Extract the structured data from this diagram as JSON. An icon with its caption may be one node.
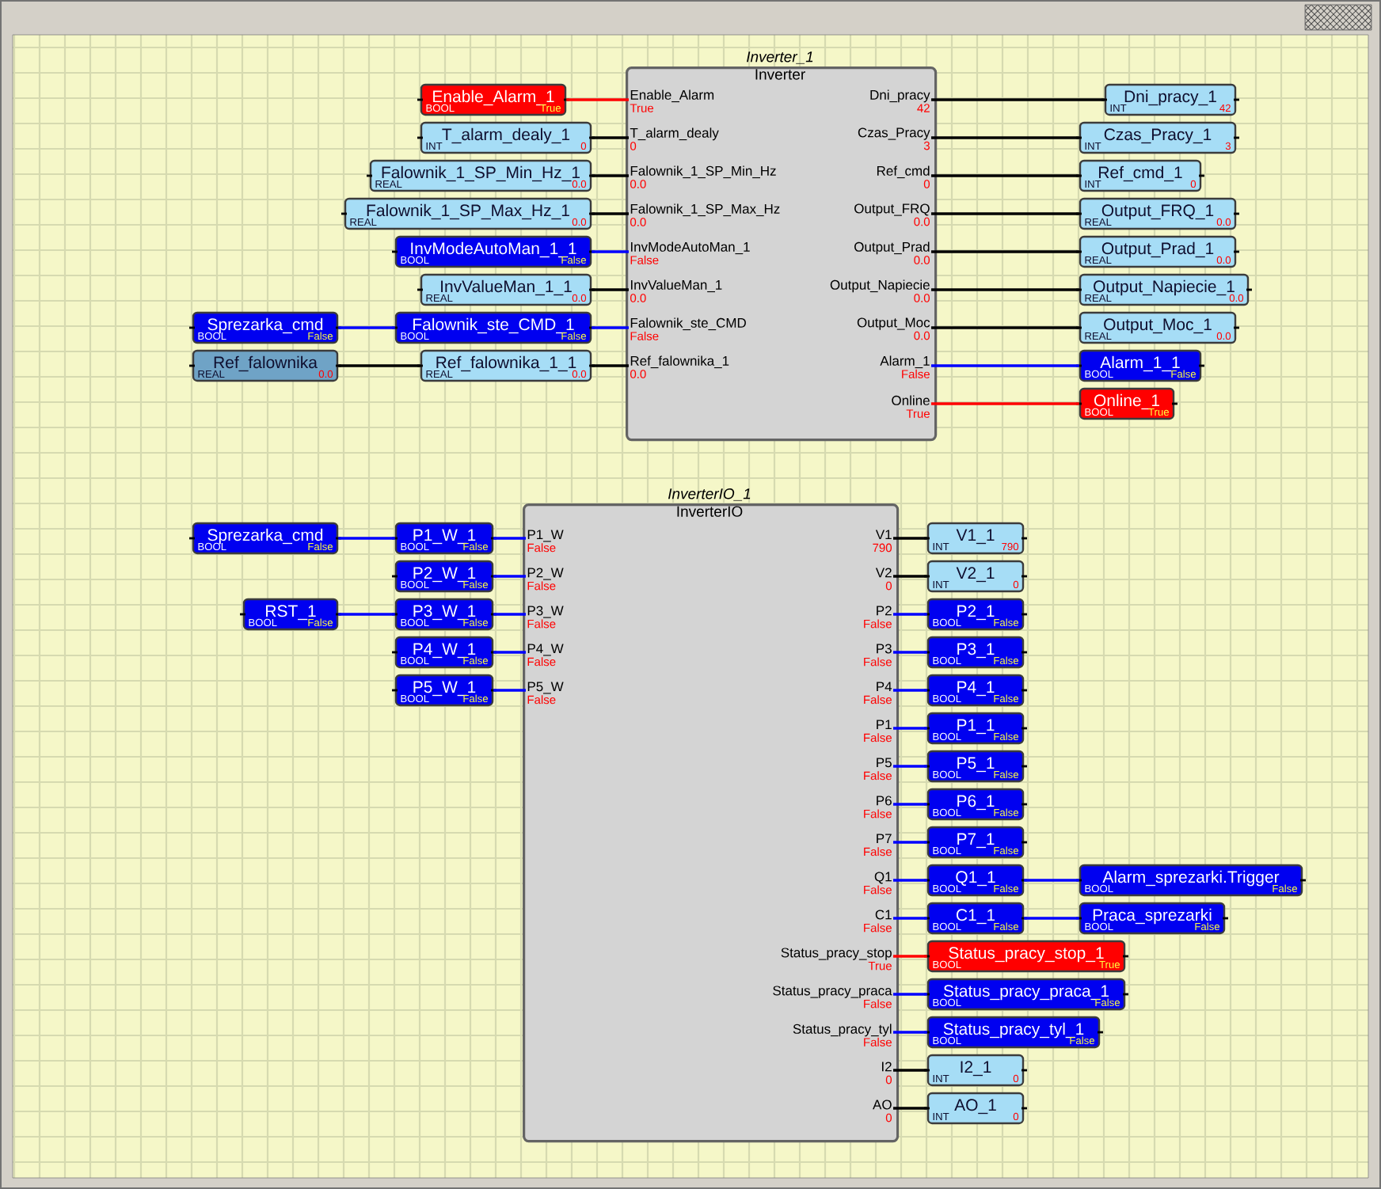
{
  "diagram": {
    "nodes": [
      {
        "text": [
          "Inverter_1",
          "Inverter"
        ]
      },
      {
        "text": [
          "Enable_Alarm",
          "True"
        ],
        "in": 0
      },
      {
        "text": [
          "T_alarm_dealy",
          "0"
        ],
        "in": 0
      },
      {
        "text": [
          "Falownik_1_SP_Min_Hz",
          "0.0"
        ],
        "in": 0
      },
      {
        "text": [
          "Falownik_1_SP_Max_Hz",
          "0.0"
        ],
        "in": 0
      },
      {
        "text": [
          "InvModeAutoMan_1",
          "False"
        ],
        "in": 0
      },
      {
        "text": [
          "InvValueMan_1",
          "0.0"
        ],
        "in": 0
      },
      {
        "text": [
          "Falownik_ste_CMD",
          "False"
        ],
        "in": 0
      },
      {
        "text": [
          "Ref_falownika_1",
          "0.0"
        ],
        "in": 0
      },
      {
        "text": [
          "Dni_pracy",
          "42"
        ],
        "in": 0
      },
      {
        "text": [
          "Czas_Pracy",
          "3"
        ],
        "in": 0
      },
      {
        "text": [
          "Ref_cmd",
          "0"
        ],
        "in": 0
      },
      {
        "text": [
          "Output_FRQ",
          "0.0"
        ],
        "in": 0
      },
      {
        "text": [
          "Output_Prad",
          "0.0"
        ],
        "in": 0
      },
      {
        "text": [
          "Output_Napiecie",
          "0.0"
        ],
        "in": 0
      },
      {
        "text": [
          "Output_Moc",
          "0.0"
        ],
        "in": 0
      },
      {
        "text": [
          "Alarm_1",
          "False"
        ],
        "in": 0
      },
      {
        "text": [
          "Online",
          "True"
        ],
        "in": 0
      },
      {
        "text": [
          "Enable_Alarm_1",
          "BOOL",
          "True"
        ]
      },
      {
        "text": [
          "T_alarm_dealy_1",
          "INT",
          "0"
        ]
      },
      {
        "text": [
          "Falownik_1_SP_Min_Hz_1",
          "REAL",
          "0.0"
        ]
      },
      {
        "text": [
          "Falownik_1_SP_Max_Hz_1",
          "REAL",
          "0.0"
        ]
      },
      {
        "text": [
          "InvModeAutoMan_1_1",
          "BOOL",
          "False"
        ]
      },
      {
        "text": [
          "InvValueMan_1_1",
          "REAL",
          "0.0"
        ]
      },
      {
        "text": [
          "Sprezarka_cmd",
          "BOOL",
          "False"
        ]
      },
      {
        "text": [
          "Falownik_ste_CMD_1",
          "BOOL",
          "False"
        ]
      },
      {
        "text": [
          "Ref_falownika",
          "REAL",
          "0.0"
        ]
      },
      {
        "text": [
          "Ref_falownika_1_1",
          "REAL",
          "0.0"
        ]
      },
      {
        "text": [
          "Dni_pracy_1",
          "INT",
          "42"
        ]
      },
      {
        "text": [
          "Czas_Pracy_1",
          "INT",
          "3"
        ]
      },
      {
        "text": [
          "Ref_cmd_1",
          "INT",
          "0"
        ]
      },
      {
        "text": [
          "Output_FRQ_1",
          "REAL",
          "0.0"
        ]
      },
      {
        "text": [
          "Output_Prad_1",
          "REAL",
          "0.0"
        ]
      },
      {
        "text": [
          "Output_Napiecie_1",
          "REAL",
          "0.0"
        ]
      },
      {
        "text": [
          "Output_Moc_1",
          "REAL",
          "0.0"
        ]
      },
      {
        "text": [
          "Alarm_1_1",
          "BOOL",
          "False"
        ]
      },
      {
        "text": [
          "Online_1",
          "BOOL",
          "True"
        ]
      },
      {
        "text": [
          "InverterIO_1",
          "InverterIO"
        ]
      },
      {
        "text": [
          "P1_W",
          "False"
        ],
        "in": 37
      },
      {
        "text": [
          "P2_W",
          "False"
        ],
        "in": 37
      },
      {
        "text": [
          "P3_W",
          "False"
        ],
        "in": 37
      },
      {
        "text": [
          "P4_W",
          "False"
        ],
        "in": 37
      },
      {
        "text": [
          "P5_W",
          "False"
        ],
        "in": 37
      },
      {
        "text": [
          "V1",
          "790"
        ],
        "in": 37
      },
      {
        "text": [
          "V2",
          "0"
        ],
        "in": 37
      },
      {
        "text": [
          "P2",
          "False"
        ],
        "in": 37
      },
      {
        "text": [
          "P3",
          "False"
        ],
        "in": 37
      },
      {
        "text": [
          "P4",
          "False"
        ],
        "in": 37
      },
      {
        "text": [
          "P1",
          "False"
        ],
        "in": 37
      },
      {
        "text": [
          "P5",
          "False"
        ],
        "in": 37
      },
      {
        "text": [
          "P6",
          "False"
        ],
        "in": 37
      },
      {
        "text": [
          "P7",
          "False"
        ],
        "in": 37
      },
      {
        "text": [
          "Q1",
          "False"
        ],
        "in": 37
      },
      {
        "text": [
          "C1",
          "False"
        ],
        "in": 37
      },
      {
        "text": [
          "Status_pracy_stop",
          "True"
        ],
        "in": 37
      },
      {
        "text": [
          "Status_pracy_praca",
          "False"
        ],
        "in": 37
      },
      {
        "text": [
          "Status_pracy_tyl",
          "False"
        ],
        "in": 37
      },
      {
        "text": [
          "I2",
          "0"
        ],
        "in": 37
      },
      {
        "text": [
          "AO",
          "0"
        ],
        "in": 37
      },
      {
        "text": [
          "Sprezarka_cmd",
          "BOOL",
          "False"
        ]
      },
      {
        "text": [
          "P1_W_1",
          "BOOL",
          "False"
        ]
      },
      {
        "text": [
          "P2_W_1",
          "BOOL",
          "False"
        ]
      },
      {
        "text": [
          "RST_1",
          "BOOL",
          "False"
        ]
      },
      {
        "text": [
          "P3_W_1",
          "BOOL",
          "False"
        ]
      },
      {
        "text": [
          "P4_W_1",
          "BOOL",
          "False"
        ]
      },
      {
        "text": [
          "P5_W_1",
          "BOOL",
          "False"
        ]
      },
      {
        "text": [
          "V1_1",
          "INT",
          "790"
        ]
      },
      {
        "text": [
          "V2_1",
          "INT",
          "0"
        ]
      },
      {
        "text": [
          "P2_1",
          "BOOL",
          "False"
        ]
      },
      {
        "text": [
          "P3_1",
          "BOOL",
          "False"
        ]
      },
      {
        "text": [
          "P4_1",
          "BOOL",
          "False"
        ]
      },
      {
        "text": [
          "P1_1",
          "BOOL",
          "False"
        ]
      },
      {
        "text": [
          "P5_1",
          "BOOL",
          "False"
        ]
      },
      {
        "text": [
          "P6_1",
          "BOOL",
          "False"
        ]
      },
      {
        "text": [
          "P7_1",
          "BOOL",
          "False"
        ]
      },
      {
        "text": [
          "Q1_1",
          "BOOL",
          "False"
        ]
      },
      {
        "text": [
          "Alarm_sprezarki.Trigger",
          "BOOL",
          "False"
        ]
      },
      {
        "text": [
          "C1_1",
          "BOOL",
          "False"
        ]
      },
      {
        "text": [
          "Praca_sprezarki",
          "BOOL",
          "False"
        ]
      },
      {
        "text": [
          "Status_pracy_stop_1",
          "BOOL",
          "True"
        ]
      },
      {
        "text": [
          "Status_pracy_praca_1",
          "BOOL",
          "False"
        ]
      },
      {
        "text": [
          "Status_pracy_tyl_1",
          "BOOL",
          "False"
        ]
      },
      {
        "text": [
          "I2_1",
          "INT",
          "0"
        ]
      },
      {
        "text": [
          "AO_1",
          "INT",
          "0"
        ]
      }
    ],
    "edges": [
      {
        "from": 18,
        "to": 1,
        "arrow": "none",
        "color": "#ff0000"
      },
      {
        "from": 19,
        "to": 2,
        "arrow": "none",
        "color": "#000000"
      },
      {
        "from": 20,
        "to": 3,
        "arrow": "none",
        "color": "#000000"
      },
      {
        "from": 21,
        "to": 4,
        "arrow": "none",
        "color": "#000000"
      },
      {
        "from": 22,
        "to": 5,
        "arrow": "none"
      },
      {
        "from": 23,
        "to": 6,
        "arrow": "none",
        "color": "#000000"
      },
      {
        "from": 24,
        "to": 25,
        "arrow": "none"
      },
      {
        "from": 25,
        "to": 7,
        "arrow": "none"
      },
      {
        "from": 26,
        "to": 27,
        "arrow": "none",
        "color": "#000000"
      },
      {
        "from": 27,
        "to": 8,
        "arrow": "none",
        "color": "#000000"
      },
      {
        "from": 9,
        "to": 28,
        "arrow": "none",
        "color": "#000000"
      },
      {
        "from": 10,
        "to": 29,
        "arrow": "none",
        "color": "#000000"
      },
      {
        "from": 11,
        "to": 30,
        "arrow": "none",
        "color": "#000000"
      },
      {
        "from": 12,
        "to": 31,
        "arrow": "none",
        "color": "#000000"
      },
      {
        "from": 13,
        "to": 32,
        "arrow": "none",
        "color": "#000000"
      },
      {
        "from": 14,
        "to": 33,
        "arrow": "none",
        "color": "#000000"
      },
      {
        "from": 15,
        "to": 34,
        "arrow": "none",
        "color": "#000000"
      },
      {
        "from": 16,
        "to": 35,
        "arrow": "none"
      },
      {
        "from": 17,
        "to": 36,
        "arrow": "none",
        "color": "#ff0000"
      },
      {
        "from": 59,
        "to": 60,
        "arrow": "none"
      },
      {
        "from": 60,
        "to": 38,
        "arrow": "none"
      },
      {
        "from": 61,
        "to": 39,
        "arrow": "none"
      },
      {
        "from": 62,
        "to": 63,
        "arrow": "none"
      },
      {
        "from": 63,
        "to": 40,
        "arrow": "none"
      },
      {
        "from": 64,
        "to": 41,
        "arrow": "none"
      },
      {
        "from": 65,
        "to": 42,
        "arrow": "none"
      },
      {
        "from": 43,
        "to": 66,
        "arrow": "none",
        "color": "#000000"
      },
      {
        "from": 44,
        "to": 67,
        "arrow": "none",
        "color": "#000000"
      },
      {
        "from": 45,
        "to": 68,
        "arrow": "none"
      },
      {
        "from": 46,
        "to": 69,
        "arrow": "none"
      },
      {
        "from": 47,
        "to": 70,
        "arrow": "none"
      },
      {
        "from": 48,
        "to": 71,
        "arrow": "none"
      },
      {
        "from": 49,
        "to": 72,
        "arrow": "none"
      },
      {
        "from": 50,
        "to": 73,
        "arrow": "none"
      },
      {
        "from": 51,
        "to": 74,
        "arrow": "none"
      },
      {
        "from": 52,
        "to": 75,
        "arrow": "none"
      },
      {
        "from": 75,
        "to": 76,
        "arrow": "none"
      },
      {
        "from": 53,
        "to": 77,
        "arrow": "none"
      },
      {
        "from": 77,
        "to": 78,
        "arrow": "none"
      },
      {
        "from": 54,
        "to": 79,
        "arrow": "none",
        "color": "#ff0000"
      },
      {
        "from": 55,
        "to": 80,
        "arrow": "none"
      },
      {
        "from": 56,
        "to": 81,
        "arrow": "none"
      },
      {
        "from": 57,
        "to": 82,
        "arrow": "none",
        "color": "#000000"
      },
      {
        "from": 58,
        "to": 83,
        "arrow": "none",
        "color": "#000000"
      }
    ]
  }
}
